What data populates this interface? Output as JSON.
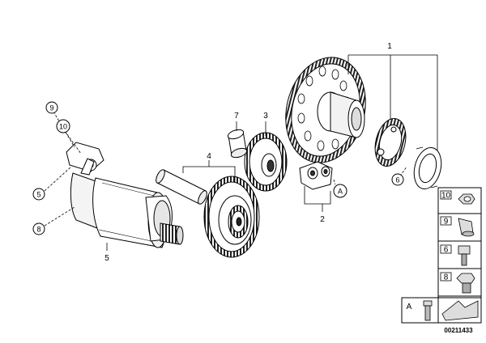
{
  "diagram": {
    "part_labels": {
      "p1": "1",
      "p2": "2",
      "p3": "3",
      "p4": "4",
      "p5": "5",
      "p7": "7"
    },
    "callouts": {
      "c9": "9",
      "c10": "10",
      "c5": "5",
      "c8": "8",
      "c6": "6",
      "cA": "A"
    },
    "side_panel": {
      "items": [
        {
          "num": "10",
          "icon": "nut-icon"
        },
        {
          "num": "9",
          "icon": "cap-icon"
        },
        {
          "num": "6",
          "icon": "socket-screw-icon"
        },
        {
          "num": "8",
          "icon": "hex-bolt-icon"
        }
      ],
      "ref_label": "A",
      "ref_icon": "shoulder-pin-icon",
      "arrow_icon": "direction-arrow-icon"
    },
    "doc_number": "00211433"
  }
}
